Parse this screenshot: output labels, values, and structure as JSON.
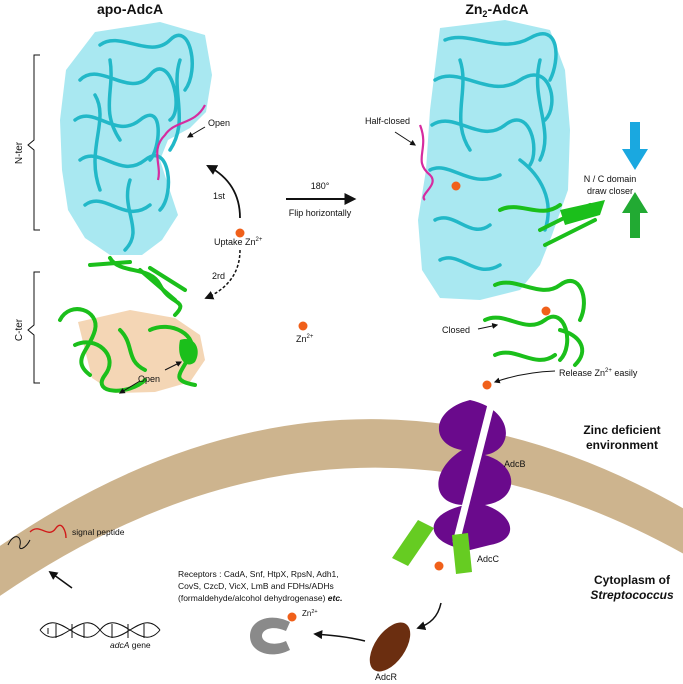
{
  "titles": {
    "apo_title": "apo-AdcA",
    "zn_title_prefix": "Zn",
    "zn_title_sub": "2",
    "zn_title_suffix": "-AdcA"
  },
  "domains": {
    "n_ter": "N-ter",
    "c_ter": "C-ter"
  },
  "labels": {
    "open_top": "Open",
    "open_bottom": "Open",
    "first": "1st",
    "third": "2rd",
    "uptake": "Uptake Zn",
    "uptake_sup": "2+",
    "rotate": "180°",
    "flip": "Flip horizontally",
    "free_zn": "Zn",
    "free_zn_sup": "2+",
    "half_closed": "Half-closed",
    "closed": "Closed",
    "nc_line1": "N / C domain",
    "nc_line2": "draw closer",
    "release": "Release  Zn",
    "release_sup": "2+",
    "release_suffix": " easily",
    "adcb": "AdcB",
    "adcc": "AdcC",
    "adcr": "AdcR",
    "zinc_deficient_1": "Zinc deficient",
    "zinc_deficient_2": "environment",
    "cytoplasm_1": "Cytoplasm of",
    "cytoplasm_2": "Streptococcus",
    "signal_peptide": "signal peptide",
    "gene_italic": "adcA",
    "gene_suffix": " gene",
    "receptor_zn": "Zn",
    "receptor_zn_sup": "2+"
  },
  "receptors": {
    "line1": "Receptors : CadA, Snf, HtpX, RpsN, Adh1,",
    "line2": "CovS, CzcD, VicX, LmB and FDHs/ADHs",
    "line3": "(formaldehyde/alcohol dehydrogenase)",
    "line3_etc": " etc."
  },
  "colors": {
    "n_domain": "#22b8c8",
    "n_surface": "#9ae4ee",
    "c_domain": "#1bbf1b",
    "zinc": "#f0601a",
    "transporter": "#6a0a8c",
    "atpase": "#66cc22",
    "membrane": "#cdb48e",
    "regulator": "#6b2e10",
    "loop": "#d62ca0",
    "arrow_blue": "#1aa8e0",
    "arrow_green": "#22aa33",
    "c_surface": "#f2cfa8"
  }
}
